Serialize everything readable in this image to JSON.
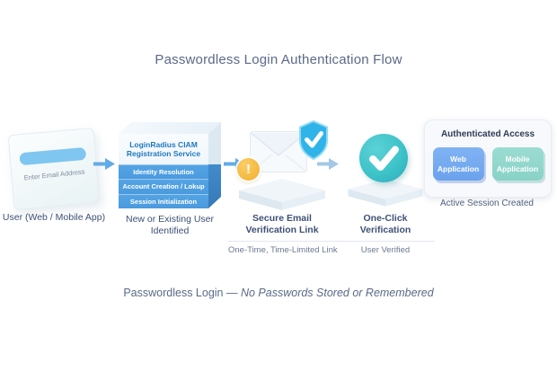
{
  "title": "Passwordless Login Authentication Flow",
  "flow": {
    "user": {
      "input_text": "Enter Email Address",
      "caption": "User (Web / Mobile App)"
    },
    "ciam": {
      "header": "LoginRadius CIAM Registration Service",
      "bars": [
        "Identity Resolution",
        "Account Creation / Lokup",
        "Session Initialization"
      ],
      "caption": "New or Existing User Identified"
    },
    "email_link": {
      "title": "Secure Email Verification Link",
      "subtitle": "One-Time, Time-Limited Link"
    },
    "one_click": {
      "title": "One-Click Verification",
      "subtitle": "User Verified"
    },
    "access": {
      "title": "Authenticated Access",
      "buttons": [
        {
          "label": "Web Application"
        },
        {
          "label": "Mobile Application"
        }
      ],
      "caption": "Active Session Created"
    }
  },
  "footer": {
    "text": "Passwordless Login — ",
    "italic_text": "No Passwords Stored or Remembered"
  },
  "icons": {
    "warning_glyph": "!"
  },
  "colors": {
    "title_text": "#5a6a87",
    "caption_dark": "#3d5076",
    "caption_gray": "#6b7a90",
    "arrow_blue": "#62abe7",
    "arrow_light": "#a3c8e6",
    "ciam_header_text": "#1f78bf",
    "ciam_bar": "#4a9ade",
    "input_blue": "#7fc6f0",
    "badge_orange": "#f4b83e",
    "shield_blue": "#2fb3e9",
    "check_teal": "#3ec3c9",
    "web_button": "#6ba2ee",
    "mobile_button": "#89d2c7",
    "card_bg": "#f7f9fc"
  }
}
